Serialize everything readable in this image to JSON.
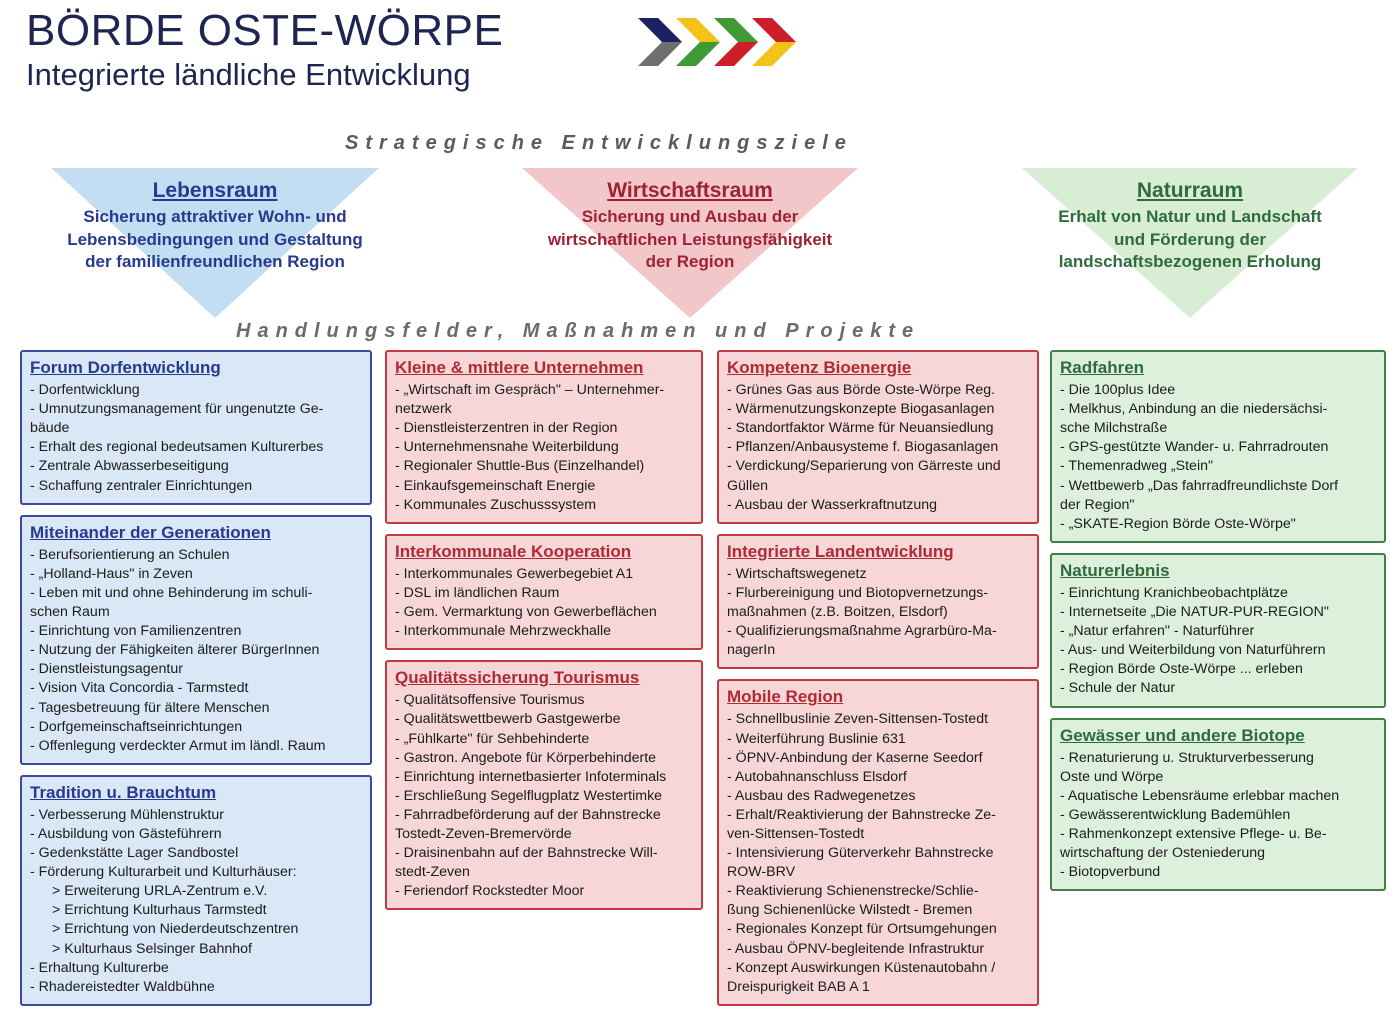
{
  "logo": {
    "title": "BÖRDE OSTE-WÖRPE",
    "subtitle": "Integrierte ländliche Entwicklung",
    "chevrons": [
      {
        "name": "chevron-navy-gray",
        "top": "#1b2163",
        "bottom": "#6f6f6f"
      },
      {
        "name": "chevron-yellow-green",
        "top": "#f2c218",
        "bottom": "#3f9a34"
      },
      {
        "name": "chevron-green-red",
        "top": "#3f9a34",
        "bottom": "#cc1f2a"
      },
      {
        "name": "chevron-red-yellow",
        "top": "#cc1f2a",
        "bottom": "#f2c218"
      }
    ]
  },
  "captions": {
    "ziele": "Strategische Entwicklungsziele",
    "handlungsfelder": "Handlungsfelder, Maßnahmen und Projekte"
  },
  "goals": [
    {
      "key": "lebensraum",
      "title": "Lebensraum",
      "lines": [
        "Sicherung attraktiver Wohn- und",
        "Lebensbedingungen und Gestaltung",
        "der familienfreundlichen Region"
      ],
      "fill": "#c3ddf2",
      "text_color": "#273a8f"
    },
    {
      "key": "wirtschaftsraum",
      "title": "Wirtschaftsraum",
      "lines": [
        "Sicherung und Ausbau der",
        "wirtschaftlichen Leistungsfähigkeit",
        "der Region"
      ],
      "fill": "#f3c7c9",
      "text_color": "#9d2235"
    },
    {
      "key": "naturraum",
      "title": "Naturraum",
      "lines": [
        "Erhalt von Natur und Landschaft",
        "und Förderung der",
        "landschaftsbezogenen Erholung"
      ],
      "fill": "#d7eed4",
      "text_color": "#2f6b3c"
    }
  ],
  "columns": [
    {
      "key": "column-lebensraum",
      "theme": "blue",
      "cards": [
        {
          "title": "Forum Dorfentwicklung",
          "items": [
            {
              "text": "- Dorfentwicklung"
            },
            {
              "text": "- Umnutzungsmanagement für ungenutzte Ge-"
            },
            {
              "text": "bäude"
            },
            {
              "text": "- Erhalt des regional bedeutsamen Kulturerbes"
            },
            {
              "text": "- Zentrale Abwasserbeseitigung"
            },
            {
              "text": "- Schaffung zentraler Einrichtungen"
            }
          ]
        },
        {
          "title": "Miteinander der Generationen",
          "items": [
            {
              "text": "- Berufsorientierung an Schulen"
            },
            {
              "text": "- „Holland-Haus\" in Zeven"
            },
            {
              "text": "- Leben mit und ohne Behinderung im schuli-"
            },
            {
              "text": "schen Raum"
            },
            {
              "text": "- Einrichtung von Familienzentren"
            },
            {
              "text": "- Nutzung der Fähigkeiten älterer BürgerInnen"
            },
            {
              "text": "- Dienstleistungsagentur"
            },
            {
              "text": "- Vision Vita Concordia - Tarmstedt"
            },
            {
              "text": "- Tagesbetreuung für ältere Menschen"
            },
            {
              "text": "- Dorfgemeinschaftseinrichtungen"
            },
            {
              "text": "- Offenlegung verdeckter Armut im ländl. Raum"
            }
          ]
        },
        {
          "title": "Tradition u. Brauchtum",
          "items": [
            {
              "text": "- Verbesserung Mühlenstruktur"
            },
            {
              "text": "- Ausbildung von Gästeführern"
            },
            {
              "text": "- Gedenkstätte Lager Sandbostel"
            },
            {
              "text": "- Förderung Kulturarbeit und Kulturhäuser:"
            },
            {
              "text": "> Erweiterung URLA-Zentrum e.V.",
              "sub": true
            },
            {
              "text": "> Errichtung Kulturhaus Tarmstedt",
              "sub": true
            },
            {
              "text": "> Errichtung von Niederdeutschzentren",
              "sub": true
            },
            {
              "text": "> Kulturhaus Selsinger Bahnhof",
              "sub": true
            },
            {
              "text": "- Erhaltung Kulturerbe"
            },
            {
              "text": "- Rhadereistedter Waldbühne"
            }
          ]
        }
      ]
    },
    {
      "key": "column-wirtschaft-a",
      "theme": "red",
      "cards": [
        {
          "title": "Kleine & mittlere Unternehmen",
          "items": [
            {
              "text": "- „Wirtschaft im Gespräch\" – Unternehmer-"
            },
            {
              "text": "netzwerk"
            },
            {
              "text": "- Dienstleisterzentren in der Region"
            },
            {
              "text": "- Unternehmensnahe Weiterbildung"
            },
            {
              "text": "- Regionaler Shuttle-Bus (Einzelhandel)"
            },
            {
              "text": "- Einkaufsgemeinschaft Energie"
            },
            {
              "text": "- Kommunales Zuschusssystem"
            }
          ]
        },
        {
          "title": "Interkommunale Kooperation",
          "items": [
            {
              "text": "- Interkommunales Gewerbegebiet A1"
            },
            {
              "text": "- DSL im ländlichen Raum"
            },
            {
              "text": "- Gem. Vermarktung von Gewerbeflächen"
            },
            {
              "text": "- Interkommunale Mehrzweckhalle"
            }
          ]
        },
        {
          "title": "Qualitätssicherung Tourismus",
          "items": [
            {
              "text": "- Qualitätsoffensive Tourismus"
            },
            {
              "text": "- Qualitätswettbewerb Gastgewerbe"
            },
            {
              "text": "- „Fühlkarte\" für Sehbehinderte"
            },
            {
              "text": "- Gastron. Angebote für Körperbehinderte"
            },
            {
              "text": "- Einrichtung internetbasierter Infoterminals"
            },
            {
              "text": "- Erschließung Segelflugplatz Westertimke"
            },
            {
              "text": "- Fahrradbeförderung auf der Bahnstrecke"
            },
            {
              "text": "Tostedt-Zeven-Bremervörde"
            },
            {
              "text": "- Draisinenbahn auf der Bahnstrecke Will-"
            },
            {
              "text": "stedt-Zeven"
            },
            {
              "text": "- Feriendorf Rockstedter Moor"
            }
          ]
        }
      ]
    },
    {
      "key": "column-wirtschaft-b",
      "theme": "red",
      "cards": [
        {
          "title": "Kompetenz Bioenergie",
          "items": [
            {
              "text": "- Grünes Gas aus Börde Oste-Wörpe Reg."
            },
            {
              "text": "- Wärmenutzungskonzepte Biogasanlagen"
            },
            {
              "text": "- Standortfaktor Wärme für Neuansiedlung"
            },
            {
              "text": "- Pflanzen/Anbausysteme f. Biogasanlagen"
            },
            {
              "text": "- Verdickung/Separierung von Gärreste und"
            },
            {
              "text": "Güllen"
            },
            {
              "text": "- Ausbau der Wasserkraftnutzung"
            }
          ]
        },
        {
          "title": "Integrierte Landentwicklung",
          "items": [
            {
              "text": "- Wirtschaftswegenetz"
            },
            {
              "text": "- Flurbereinigung und Biotopvernetzungs-"
            },
            {
              "text": "maßnahmen (z.B. Boitzen, Elsdorf)"
            },
            {
              "text": "- Qualifizierungsmaßnahme Agrarbüro-Ma-"
            },
            {
              "text": "nagerIn"
            }
          ]
        },
        {
          "title": "Mobile Region",
          "items": [
            {
              "text": "- Schnellbuslinie Zeven-Sittensen-Tostedt"
            },
            {
              "text": "- Weiterführung Buslinie 631"
            },
            {
              "text": "- ÖPNV-Anbindung der Kaserne Seedorf"
            },
            {
              "text": "- Autobahnanschluss Elsdorf"
            },
            {
              "text": "- Ausbau des Radwegenetzes"
            },
            {
              "text": "- Erhalt/Reaktivierung der Bahnstrecke Ze-"
            },
            {
              "text": "ven-Sittensen-Tostedt"
            },
            {
              "text": "- Intensivierung Güterverkehr Bahnstrecke"
            },
            {
              "text": "ROW-BRV"
            },
            {
              "text": "- Reaktivierung Schienenstrecke/Schlie-"
            },
            {
              "text": "ßung Schienenlücke Wilstedt - Bremen"
            },
            {
              "text": "- Regionales Konzept für Ortsumgehungen"
            },
            {
              "text": "- Ausbau ÖPNV-begleitende Infrastruktur"
            },
            {
              "text": "- Konzept Auswirkungen Küstenautobahn /"
            },
            {
              "text": "Dreispurigkeit BAB A 1"
            }
          ]
        }
      ]
    },
    {
      "key": "column-naturraum",
      "theme": "green",
      "cards": [
        {
          "title": "Radfahren",
          "items": [
            {
              "text": "- Die 100plus Idee"
            },
            {
              "text": "- Melkhus, Anbindung an die niedersächsi-"
            },
            {
              "text": "sche Milchstraße"
            },
            {
              "text": "- GPS-gestützte Wander- u. Fahrradrouten"
            },
            {
              "text": "- Themenradweg „Stein\""
            },
            {
              "text": "- Wettbewerb „Das fahrradfreundlichste Dorf"
            },
            {
              "text": "der Region\""
            },
            {
              "text": "- „SKATE-Region Börde Oste-Wörpe\""
            }
          ]
        },
        {
          "title": "Naturerlebnis",
          "items": [
            {
              "text": "- Einrichtung Kranichbeobachtplätze"
            },
            {
              "text": "- Internetseite „Die NATUR-PUR-REGION\""
            },
            {
              "text": "- „Natur erfahren\" - Naturführer"
            },
            {
              "text": "- Aus- und Weiterbildung von Naturführern"
            },
            {
              "text": "- Region Börde Oste-Wörpe ... erleben"
            },
            {
              "text": "- Schule der Natur"
            }
          ]
        },
        {
          "title": "Gewässer und andere Biotope",
          "items": [
            {
              "text": "- Renaturierung u. Strukturverbesserung"
            },
            {
              "text": "Oste und Wörpe"
            },
            {
              "text": "- Aquatische Lebensräume erlebbar machen"
            },
            {
              "text": "- Gewässerentwicklung Bademühlen"
            },
            {
              "text": "- Rahmenkonzept extensive Pflege- u. Be-"
            },
            {
              "text": "wirtschaftung der Osteniederung"
            },
            {
              "text": "- Biotopverbund"
            }
          ]
        }
      ]
    }
  ]
}
